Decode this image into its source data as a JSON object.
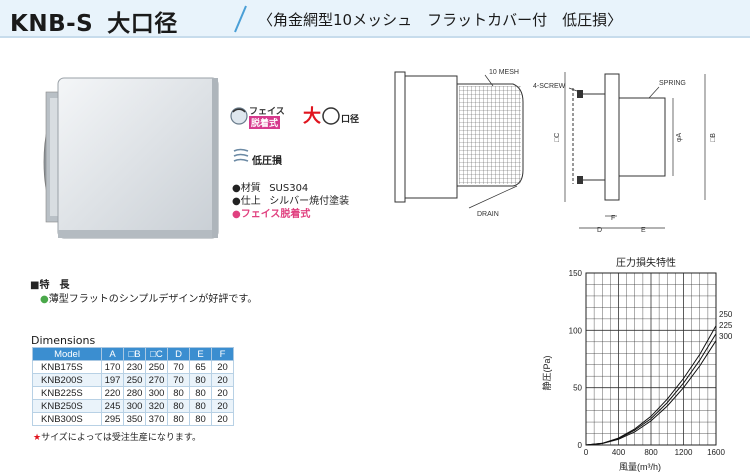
{
  "header": {
    "title": "KNB-S",
    "title_size": "大口径",
    "subtitle": "〈角金網型10メッシュ　フラットカバー付　低圧損〉"
  },
  "badges": {
    "face_line1": "フェイス",
    "face_line2": "脱着式",
    "bore_big": "大",
    "bore_text": "口径",
    "low_loss": "低圧損"
  },
  "specs": {
    "material_label": "●材質",
    "material_value": "SUS304",
    "finish_label": "●仕上",
    "finish_value": "シルバー焼付塗装",
    "face": "●フェイス脱着式"
  },
  "features": {
    "heading": "■特　長",
    "item_bullet": "●",
    "item": "薄型フラットのシンプルデザインが好評です。"
  },
  "dimensions": {
    "title": "Dimensions",
    "headers": [
      "Model",
      "A",
      "□B",
      "□C",
      "D",
      "E",
      "F"
    ],
    "rows": [
      [
        "KNB175S",
        "170",
        "230",
        "250",
        "70",
        "65",
        "20"
      ],
      [
        "KNB200S",
        "197",
        "250",
        "270",
        "70",
        "80",
        "20"
      ],
      [
        "KNB225S",
        "220",
        "280",
        "300",
        "80",
        "80",
        "20"
      ],
      [
        "KNB250S",
        "245",
        "300",
        "320",
        "80",
        "80",
        "20"
      ],
      [
        "KNB300S",
        "295",
        "350",
        "370",
        "80",
        "80",
        "20"
      ]
    ],
    "note_star": "★",
    "note": "サイズによっては受注生産になります。"
  },
  "drawing": {
    "mesh": "10 MESH",
    "screw": "4-SCREW",
    "spring": "SPRING",
    "drain": "DRAIN",
    "dim_c": "□C",
    "dim_a": "φA",
    "dim_b": "□B",
    "dim_d": "D",
    "dim_e": "E",
    "dim_f": "F"
  },
  "chart_data": {
    "type": "line",
    "title": "圧力損失特性",
    "xlabel": "風量(m³/h)",
    "ylabel": "静圧(Pa)",
    "xlim": [
      0,
      1600
    ],
    "ylim": [
      0,
      150
    ],
    "xticks": [
      0,
      400,
      800,
      1200,
      1600
    ],
    "yticks": [
      0,
      50,
      100,
      150
    ],
    "grid": true,
    "series": [
      {
        "name": "250",
        "x": [
          0,
          200,
          400,
          600,
          800,
          1000,
          1200,
          1400,
          1600
        ],
        "y": [
          0,
          1.5,
          6,
          14,
          25,
          40,
          58,
          79,
          104
        ]
      },
      {
        "name": "225",
        "x": [
          0,
          200,
          400,
          600,
          800,
          1000,
          1200,
          1400,
          1600
        ],
        "y": [
          0,
          1.4,
          5.5,
          13,
          23,
          37,
          54,
          74,
          97
        ]
      },
      {
        "name": "300",
        "x": [
          0,
          200,
          400,
          600,
          800,
          1000,
          1200,
          1400,
          1600
        ],
        "y": [
          0,
          1.3,
          5,
          11.5,
          21,
          34,
          50,
          69,
          91
        ]
      }
    ]
  }
}
